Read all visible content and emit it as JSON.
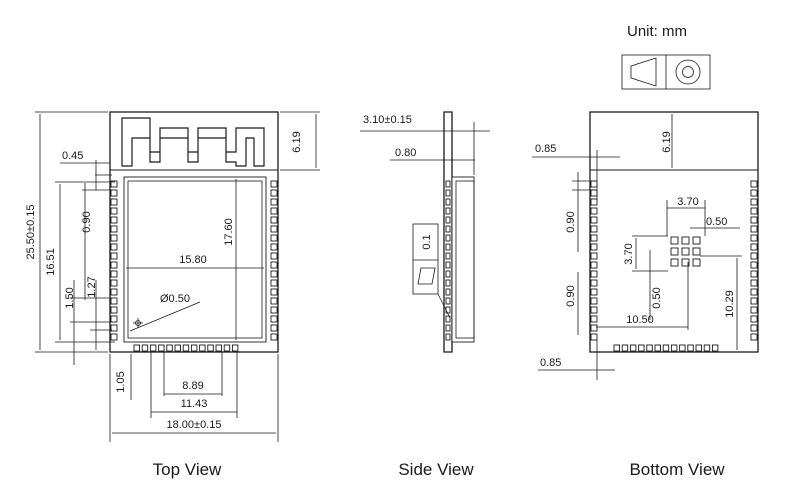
{
  "unit_label": "Unit: mm",
  "views": {
    "top": "Top View",
    "side": "Side View",
    "bottom": "Bottom View"
  },
  "top_dims": {
    "overall_height": "25.50±0.15",
    "antenna_height": "6.19",
    "edge_offset": "0.45",
    "pin_span_height": "16.51",
    "pin_pitch_top": "0.90",
    "pin_pitch": "1.27",
    "pin_width": "1.50",
    "shield_height": "17.60",
    "shield_width": "15.80",
    "hole_dia": "Ø0.50",
    "bottom_offset": "1.05",
    "bottom_span_1": "8.89",
    "bottom_span_2": "11.43",
    "overall_width": "18.00±0.15"
  },
  "side_dims": {
    "thickness": "3.10±0.15",
    "pcb_thickness": "0.80",
    "tolerance_box": "0.1"
  },
  "bottom_dims": {
    "edge_offset_top": "0.85",
    "antenna_height": "6.19",
    "pad_pitch_top": "0.90",
    "gnd_span_w": "3.70",
    "gnd_pad_w": "0.50",
    "gnd_span_h": "3.70",
    "pad_pitch_lower": "0.90",
    "gnd_pad_h": "0.50",
    "gnd_to_edge": "10.50",
    "gnd_to_bottom": "10.29",
    "edge_offset_bottom": "0.85"
  }
}
